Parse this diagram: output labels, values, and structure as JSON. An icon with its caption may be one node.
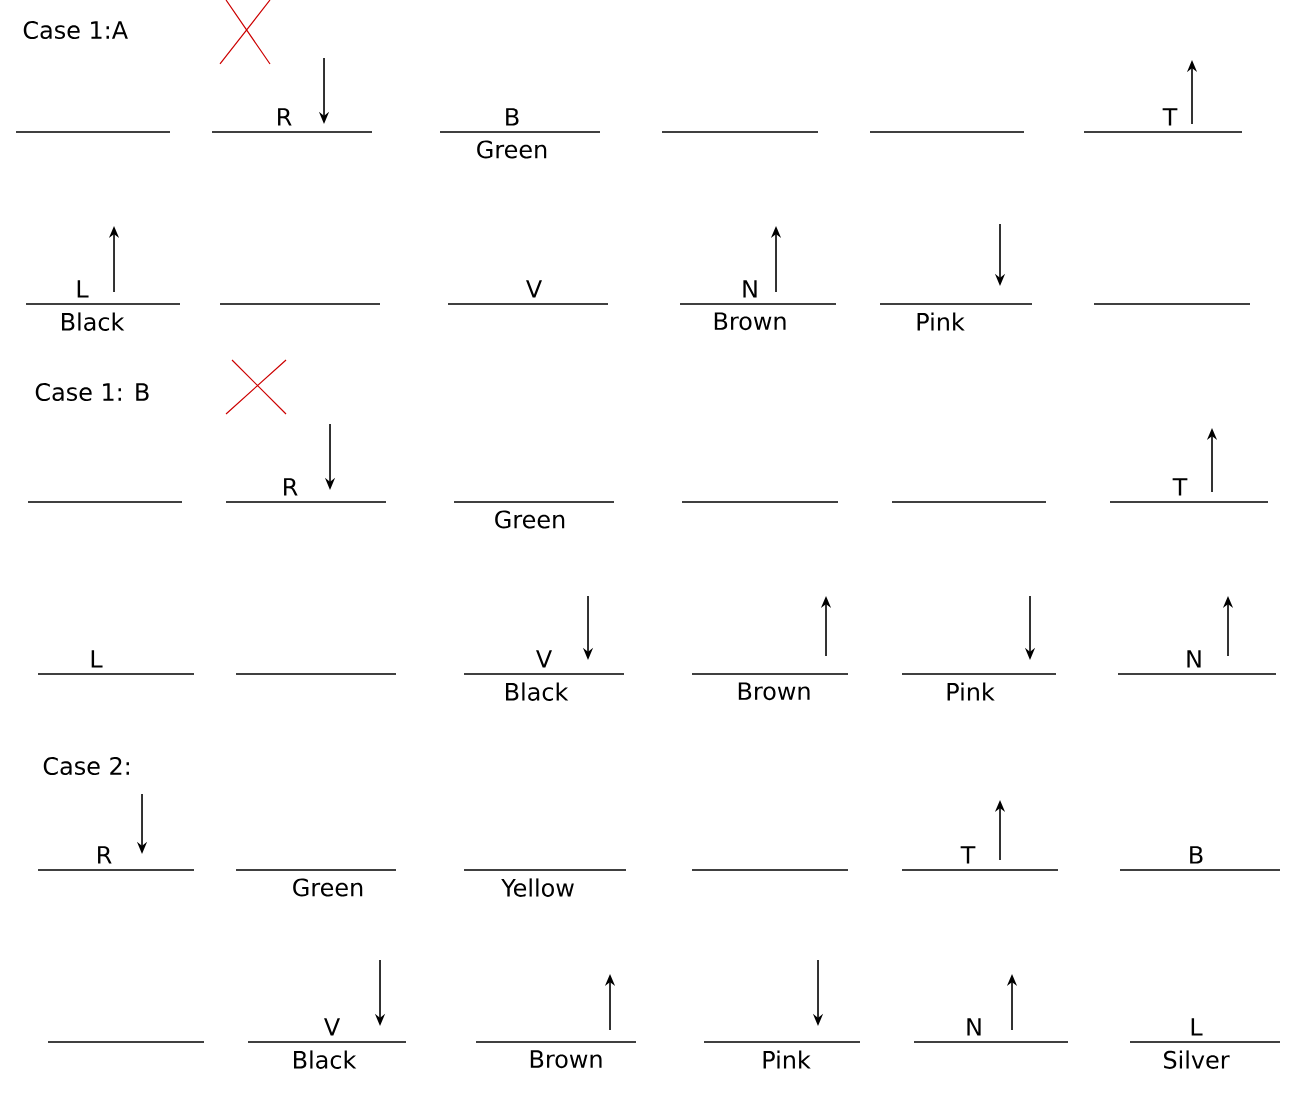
{
  "diagram": {
    "nodes": [
      {
        "text": [],
        "shape": "bar"
      },
      {
        "text": [
          "R"
        ]
      },
      {
        "text": [
          "B"
        ],
        "beside": [
          "Green"
        ]
      },
      {
        "text": [],
        "shape": "bar"
      },
      {
        "text": [],
        "shape": "bar"
      },
      {
        "text": [
          "T"
        ]
      },
      {
        "text": [
          "L"
        ],
        "beside": [
          "Black"
        ]
      },
      {
        "text": [],
        "shape": "bar"
      },
      {
        "text": [
          "V"
        ]
      },
      {
        "text": [
          "N"
        ],
        "beside": [
          "Brown"
        ]
      },
      {
        "text": [],
        "shape": "bar",
        "beside": [
          "Pink"
        ]
      },
      {
        "text": [],
        "shape": "bar"
      },
      {
        "text": [],
        "shape": "bar"
      },
      {
        "text": [
          "R"
        ]
      },
      {
        "text": [],
        "shape": "bar",
        "beside": [
          "Green"
        ]
      },
      {
        "text": [],
        "shape": "bar"
      },
      {
        "text": [],
        "shape": "bar"
      },
      {
        "text": [
          "T"
        ]
      },
      {
        "text": [
          "L"
        ]
      },
      {
        "text": [],
        "shape": "bar"
      },
      {
        "text": [
          "V"
        ],
        "beside": [
          "Black"
        ]
      },
      {
        "text": [],
        "shape": "bar",
        "beside": [
          "Brown"
        ]
      },
      {
        "text": [],
        "shape": "bar",
        "beside": [
          "Pink"
        ]
      },
      {
        "text": [
          "N"
        ]
      },
      {
        "text": [
          "R"
        ]
      },
      {
        "text": [],
        "shape": "bar",
        "beside": [
          "Green"
        ]
      },
      {
        "text": [],
        "shape": "bar",
        "beside": [
          "Yellow"
        ]
      },
      {
        "text": [],
        "shape": "bar"
      },
      {
        "text": [
          "T"
        ]
      },
      {
        "text": [
          "B"
        ]
      },
      {
        "text": [],
        "shape": "bar"
      },
      {
        "text": [
          "V"
        ],
        "beside": [
          "Black"
        ]
      },
      {
        "text": [],
        "shape": "bar",
        "beside": [
          "Brown"
        ]
      },
      {
        "text": [],
        "shape": "bar",
        "beside": [
          "Pink"
        ]
      },
      {
        "text": [
          "N"
        ]
      },
      {
        "text": [
          "L"
        ],
        "beside": [
          "Silver"
        ]
      }
    ],
    "labels": [
      "Case 1:A",
      "Case 1: B",
      "Case 2:"
    ]
  }
}
